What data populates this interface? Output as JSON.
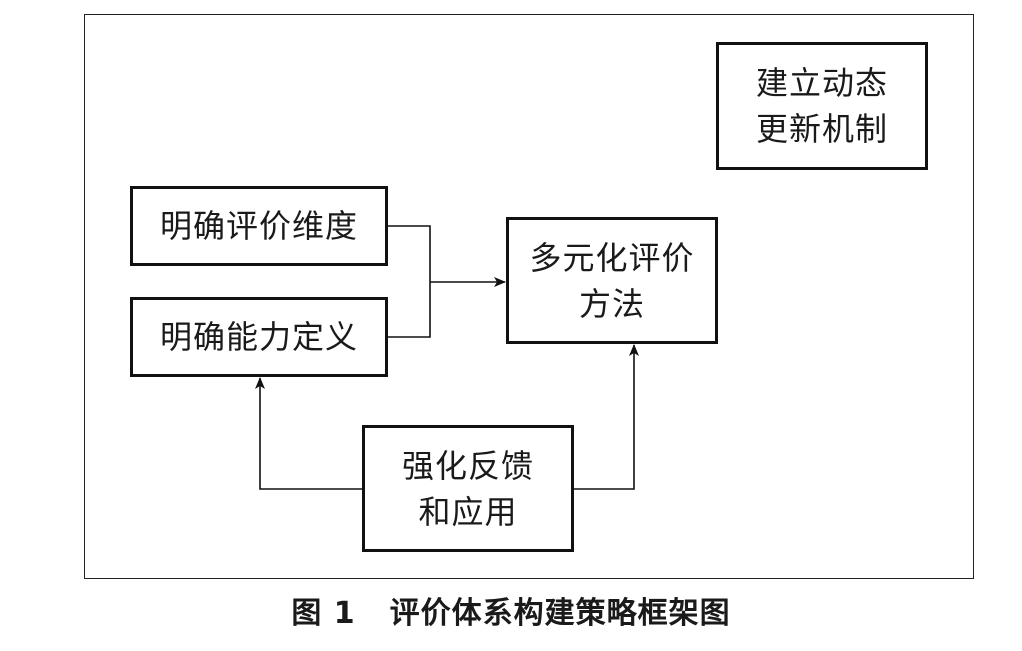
{
  "diagram": {
    "nodes": {
      "dynamic_mechanism": {
        "line1": "建立动态",
        "line2": "更新机制"
      },
      "evaluation_dimensions": {
        "label": "明确评价维度"
      },
      "ability_definition": {
        "label": "明确能力定义"
      },
      "multi_methods": {
        "line1": "多元化评价",
        "line2": "方法"
      },
      "feedback_application": {
        "line1": "强化反馈",
        "line2": "和应用"
      }
    },
    "edges": [
      {
        "from": "evaluation_dimensions",
        "to": "multi_methods"
      },
      {
        "from": "ability_definition",
        "to": "multi_methods"
      },
      {
        "from": "feedback_application",
        "to": "ability_definition"
      },
      {
        "from": "feedback_application",
        "to": "multi_methods"
      }
    ]
  },
  "caption": {
    "number": "图 1",
    "title": "评价体系构建策略框架图"
  }
}
